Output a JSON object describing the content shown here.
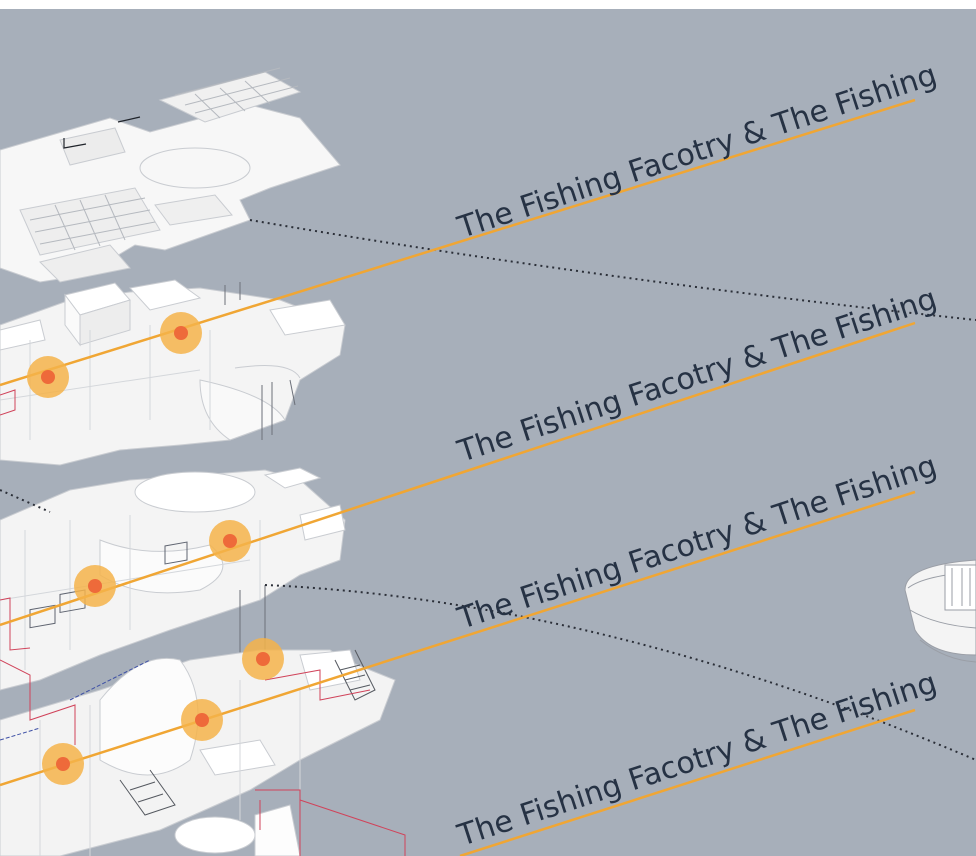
{
  "labels": [
    "The Fishing Facotry & The Fishing",
    "The Fishing Facotry & The Fishing",
    "The Fishing Facotry & The Fishing",
    "The Fishing Facotry & The Fishing"
  ],
  "colors": {
    "background": "#a7afba",
    "leader_line": "#f0a634",
    "label_text": "#263244",
    "marker_outer": "#f5b34a",
    "marker_inner": "#ee6a3a",
    "dotted_line": "#2b2f38",
    "building_fill": "#f6f6f6",
    "building_stroke": "#c9ccd1",
    "circulation_red": "#d0435a",
    "circulation_blue": "#3d4fa5"
  },
  "icons": {
    "marker": "circle-target-icon"
  }
}
